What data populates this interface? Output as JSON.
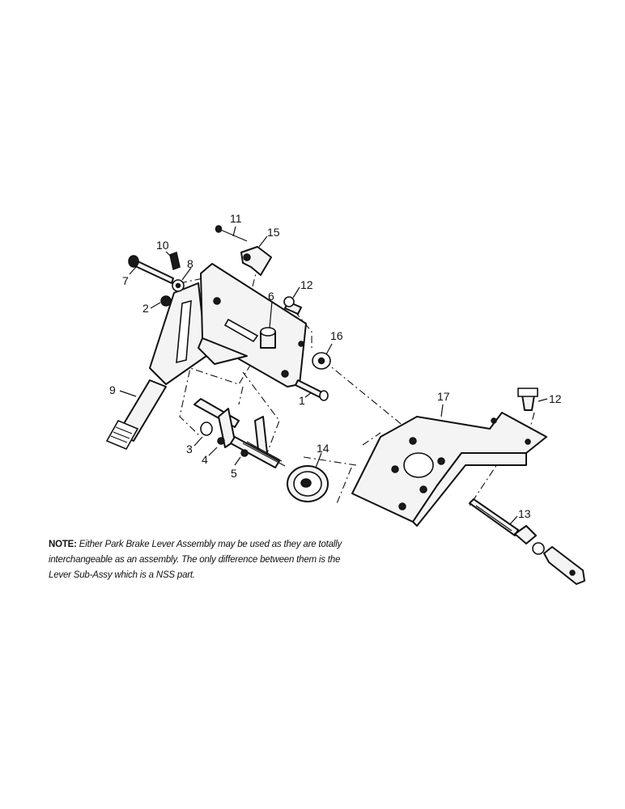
{
  "callouts": {
    "c1": "1",
    "c2": "2",
    "c3": "3",
    "c4": "4",
    "c5": "5",
    "c6": "6",
    "c7": "7",
    "c8": "8",
    "c9": "9",
    "c10": "10",
    "c11": "11",
    "c12a": "12",
    "c12b": "12",
    "c13": "13",
    "c14": "14",
    "c15": "15",
    "c16": "16",
    "c17": "17"
  },
  "note": {
    "label": "NOTE:",
    "text": "Either Park Brake Lever Assembly may be used as they are totally interchangeable as an assembly. The only difference between them is the Lever Sub-Assy which is a NSS part."
  }
}
